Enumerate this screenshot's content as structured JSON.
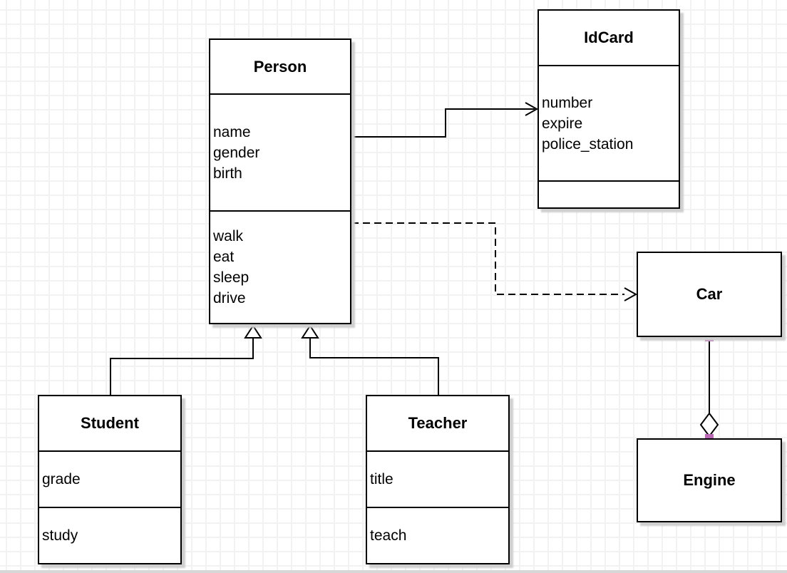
{
  "colors": {
    "canvas-bg": "#ffffff",
    "grid-line": "#f2f2f2",
    "box-fill": "#ffffff",
    "box-stroke": "#000000",
    "connector": "#000000",
    "connection-point": "#b969b4",
    "shadow": "#cfcfcf",
    "bottom-edge": "#d7d7d7"
  },
  "classes": {
    "person": {
      "title": "Person",
      "attributes": [
        "name",
        "gender",
        "birth"
      ],
      "methods": [
        "walk",
        "eat",
        "sleep",
        "drive"
      ]
    },
    "idcard": {
      "title": "IdCard",
      "attributes": [
        "number",
        "expire",
        "police_station"
      ],
      "methods": []
    },
    "car": {
      "title": "Car",
      "attributes": [],
      "methods": []
    },
    "engine": {
      "title": "Engine",
      "attributes": [],
      "methods": []
    },
    "student": {
      "title": "Student",
      "attributes": [
        "grade"
      ],
      "methods": [
        "study"
      ]
    },
    "teacher": {
      "title": "Teacher",
      "attributes": [
        "title"
      ],
      "methods": [
        "teach"
      ]
    }
  },
  "relationships": [
    {
      "from": "Person",
      "to": "IdCard",
      "type": "association",
      "line": "solid",
      "arrow": "open"
    },
    {
      "from": "Person",
      "to": "Car",
      "type": "dependency",
      "line": "dashed",
      "arrow": "open"
    },
    {
      "from": "Student",
      "to": "Person",
      "type": "generalization",
      "line": "solid",
      "arrow": "hollow-triangle"
    },
    {
      "from": "Teacher",
      "to": "Person",
      "type": "generalization",
      "line": "solid",
      "arrow": "hollow-triangle"
    },
    {
      "from": "Car",
      "to": "Engine",
      "type": "aggregation",
      "line": "solid",
      "arrow": "hollow-diamond"
    }
  ]
}
